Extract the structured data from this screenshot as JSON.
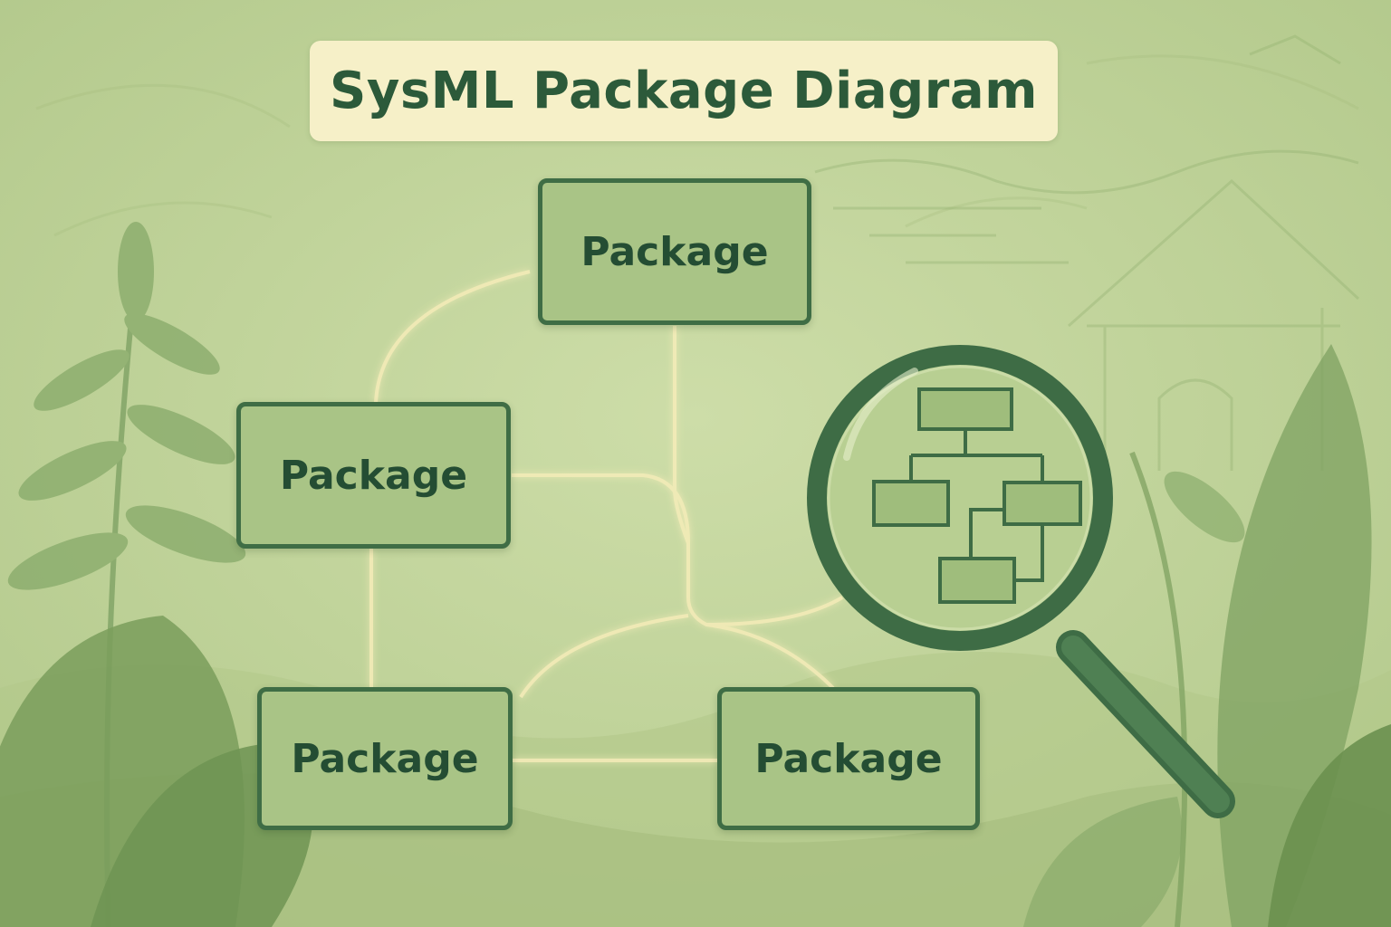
{
  "diagram": {
    "title": "SysML Package Diagram",
    "packages": [
      {
        "id": "top",
        "label": "Package"
      },
      {
        "id": "left",
        "label": "Package"
      },
      {
        "id": "bottom-left",
        "label": "Package"
      },
      {
        "id": "bottom-right",
        "label": "Package"
      }
    ],
    "connections": [
      {
        "from": "top",
        "to": "left"
      },
      {
        "from": "top",
        "to": "bottom-left"
      },
      {
        "from": "top",
        "to": "bottom-right"
      },
      {
        "from": "left",
        "to": "bottom-left"
      },
      {
        "from": "left",
        "to": "bottom-right"
      },
      {
        "from": "bottom-left",
        "to": "bottom-right"
      }
    ],
    "decorations": [
      "magnifier-icon",
      "leaf-icon",
      "building-sketch"
    ]
  },
  "colors": {
    "background": "#c4d49c",
    "title_bg": "#f6f0c8",
    "title_text": "#2c5a3a",
    "package_fill": "#a9c486",
    "package_border": "#3f6d45",
    "connector": "#f4ecb8",
    "foliage": "#7fa264"
  }
}
